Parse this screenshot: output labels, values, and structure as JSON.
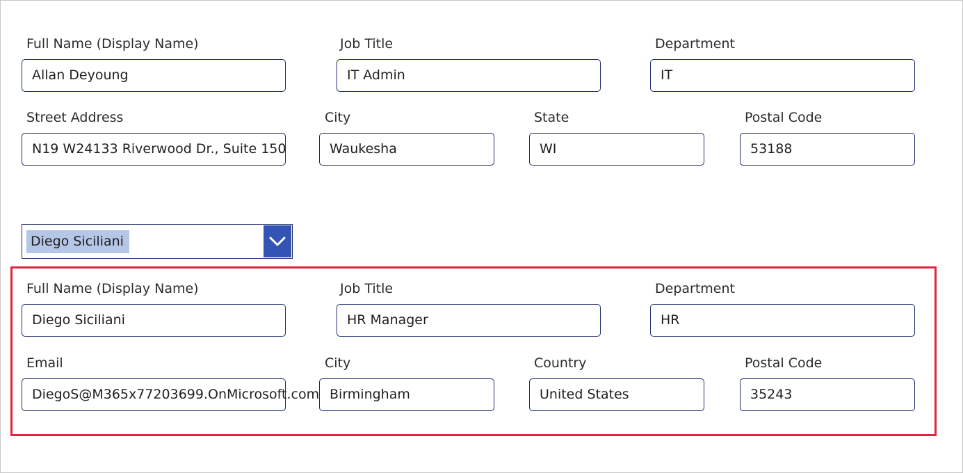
{
  "top_form": {
    "row1": [
      {
        "label": "Full Name (Display Name)",
        "value": "Allan Deyoung"
      },
      {
        "label": "Job Title",
        "value": "IT Admin"
      },
      {
        "label": "Department",
        "value": "IT"
      }
    ],
    "row2": [
      {
        "label": "Street Address",
        "value": "N19 W24133 Riverwood Dr., Suite 150"
      },
      {
        "label": "City",
        "value": "Waukesha"
      },
      {
        "label": "State",
        "value": "WI"
      },
      {
        "label": "Postal Code",
        "value": "53188"
      }
    ]
  },
  "user_dropdown": {
    "selected": "Diego Siciliani",
    "icon": "chevron-down-icon"
  },
  "bottom_form": {
    "row1": [
      {
        "label": "Full Name (Display Name)",
        "value": "Diego Siciliani"
      },
      {
        "label": "Job Title",
        "value": "HR Manager"
      },
      {
        "label": "Department",
        "value": "HR"
      }
    ],
    "row2": [
      {
        "label": "Email",
        "value": "DiegoS@M365x77203699.OnMicrosoft.com"
      },
      {
        "label": "City",
        "value": "Birmingham"
      },
      {
        "label": "Country",
        "value": "United States"
      },
      {
        "label": "Postal Code",
        "value": "35243"
      }
    ]
  },
  "colors": {
    "field_border": "#1c2a6b",
    "dropdown_button": "#3454b5",
    "selection_highlight": "#b6c6e6",
    "callout_border": "#e3243f"
  }
}
